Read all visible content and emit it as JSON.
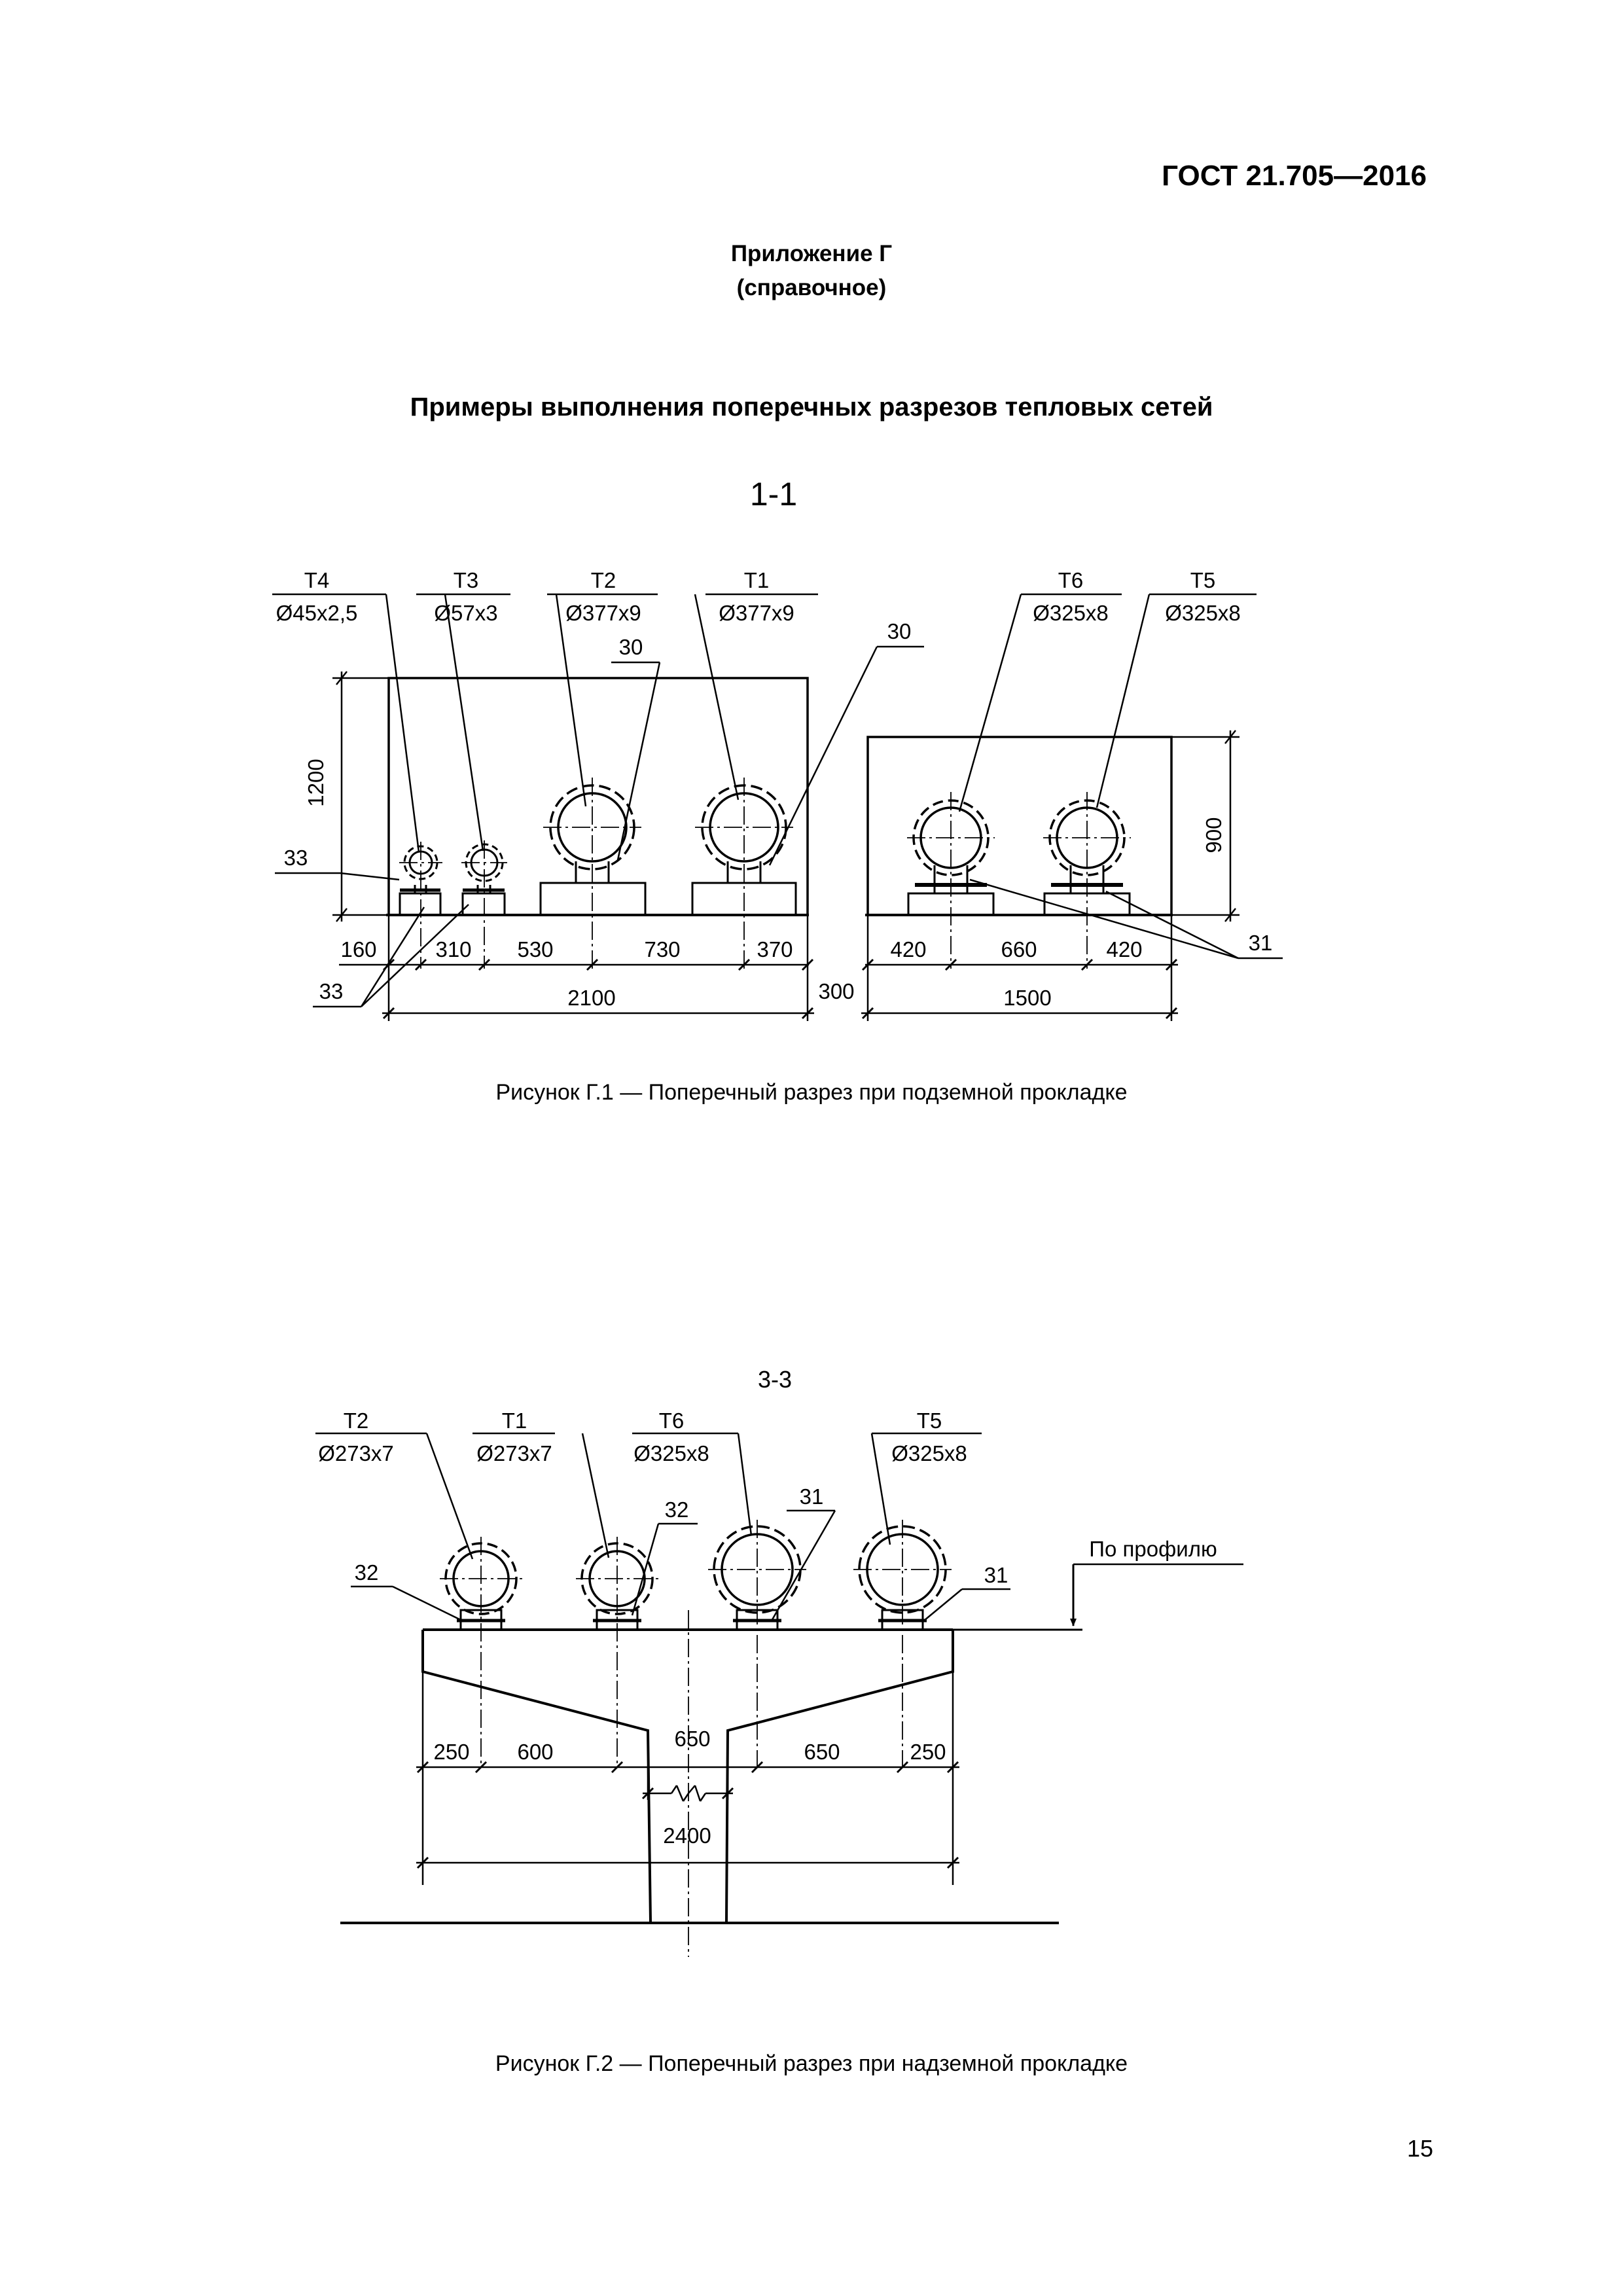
{
  "header": {
    "doc_code": "ГОСТ  21.705—2016"
  },
  "appendix": {
    "title": "Приложение Г",
    "subtitle": "(справочное)"
  },
  "section": {
    "title": "Примеры выполнения поперечных разрезов тепловых сетей"
  },
  "figure1": {
    "section_label": "1-1",
    "caption": "Рисунок Г.1 — Поперечный разрез при подземной прокладке",
    "pipes": {
      "t4": {
        "tag": "Т4",
        "size": "Ø45х2,5"
      },
      "t3": {
        "tag": "Т3",
        "size": "Ø57х3"
      },
      "t2": {
        "tag": "Т2",
        "size": "Ø377х9"
      },
      "t1": {
        "tag": "Т1",
        "size": "Ø377х9"
      },
      "t6": {
        "tag": "Т6",
        "size": "Ø325х8"
      },
      "t5": {
        "tag": "Т5",
        "size": "Ø325х8"
      }
    },
    "callouts": {
      "c30a": "30",
      "c30b": "30",
      "c33a": "33",
      "c33b": "33",
      "c31": "31"
    },
    "dims": {
      "h1200": "1200",
      "h900": "900",
      "d160": "160",
      "d310": "310",
      "d530": "530",
      "d730": "730",
      "d370": "370",
      "d420a": "420",
      "d660": "660",
      "d420b": "420",
      "d2100": "2100",
      "d300": "300",
      "d1500": "1500"
    }
  },
  "figure2": {
    "section_label": "3-3",
    "caption": "Рисунок Г.2 — Поперечный разрез при надземной прокладке",
    "pipes": {
      "t2": {
        "tag": "Т2",
        "size": "Ø273х7"
      },
      "t1": {
        "tag": "Т1",
        "size": "Ø273х7"
      },
      "t6": {
        "tag": "Т6",
        "size": "Ø325х8"
      },
      "t5": {
        "tag": "Т5",
        "size": "Ø325х8"
      }
    },
    "callouts": {
      "c32a": "32",
      "c32b": "32",
      "c31a": "31",
      "c31b": "31"
    },
    "profile_note": "По профилю",
    "dims": {
      "d250a": "250",
      "d600": "600",
      "d650a": "650",
      "d650b": "650",
      "d250b": "250",
      "d2400": "2400"
    }
  },
  "footer": {
    "page_number": "15"
  }
}
